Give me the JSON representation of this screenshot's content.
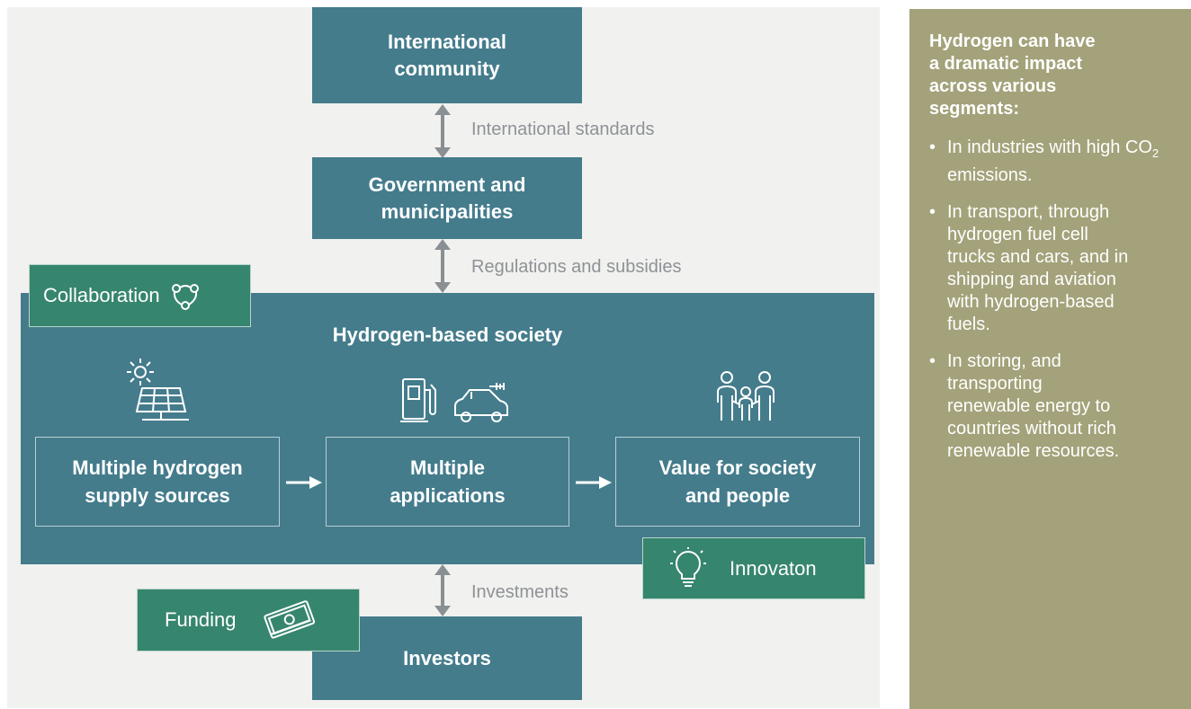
{
  "diagram": {
    "international": "International community",
    "government": "Government and municipalities",
    "investors": "Investors",
    "society_title": "Hydrogen-based society",
    "supply": "Multiple hydrogen supply sources",
    "applications": "Multiple applications",
    "value": "Value for society and people",
    "link_standards": "International standards",
    "link_regulations": "Regulations and subsidies",
    "link_investments": "Investments",
    "collaboration": "Collaboration",
    "innovation": "Innovaton",
    "funding": "Funding"
  },
  "sidebar": {
    "heading": "Hydrogen can have a dramatic impact across various segments:",
    "bullet1_pre": "In industries with high CO",
    "bullet1_sub": "2",
    "bullet1_post": " emissions.",
    "bullet2": "In transport, through hydrogen fuel cell trucks and cars, and in shipping and aviation with hydrogen-based fuels.",
    "bullet3": "In storing, and transporting renewable energy to countries without rich renewable resources."
  },
  "colors": {
    "teal": "#447c8c",
    "green": "#36856e",
    "olive": "#a3a27a",
    "label_gray": "#8e9296"
  },
  "icons": [
    "sun-icon",
    "solar-panel-icon",
    "fuel-pump-icon",
    "electric-car-icon",
    "family-icon",
    "network-icon",
    "lightbulb-icon",
    "money-icon",
    "double-arrow-icon",
    "right-arrow-icon"
  ]
}
